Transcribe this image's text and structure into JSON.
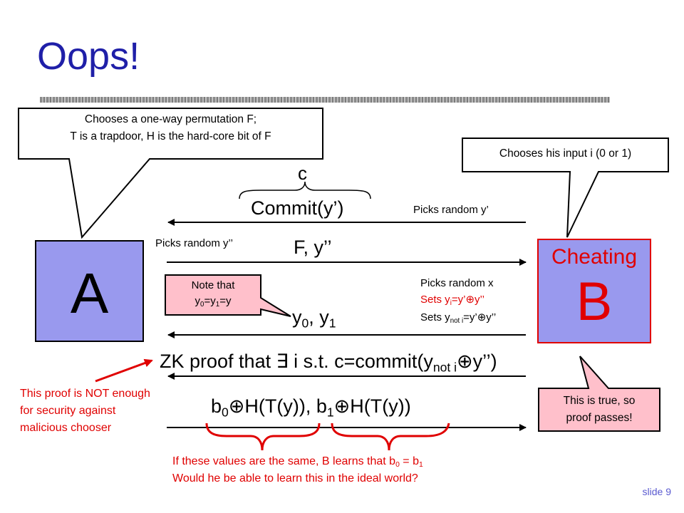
{
  "title": "Oops!",
  "party_a": {
    "label": "A"
  },
  "party_b": {
    "label": "B",
    "sublabel": "Cheating"
  },
  "callout_a": {
    "line1": "Chooses a one-way permutation F;",
    "line2": "T is a trapdoor, H is the hard-core bit of F"
  },
  "callout_b": {
    "text": "Chooses his input i (0 or 1)"
  },
  "brace_c_label": "c",
  "messages": {
    "commit": "Commit(y’)",
    "picks_y_prime": "Picks random y’",
    "picks_y_dprime": "Picks random y’’",
    "f_y": "F, y’’",
    "picks_x": "Picks random x",
    "sets_yi": {
      "pre": "Sets y",
      "sub": "i",
      "post": "=y’⊕y’’"
    },
    "sets_ynoti": {
      "pre": "Sets y",
      "sub": "not i",
      "post": "=y’⊕y’’"
    },
    "y0y1": {
      "a": "y",
      "a_sub": "0",
      "b": ", y",
      "b_sub": "1"
    },
    "zk": {
      "pre": "ZK proof that ∃ i s.t. c=commit(y",
      "sub": "not i",
      "post": "⊕y’’)"
    },
    "final": {
      "b0": "b",
      "b0_sub": "0",
      "mid": "⊕H(T(y)), b",
      "b1_sub": "1",
      "post": "⊕H(T(y))"
    }
  },
  "note_that": {
    "line1": "Note that",
    "y0": "y",
    "s0": "0",
    "eq1": "=y",
    "s1": "1",
    "eq2": "=y"
  },
  "true_callout": {
    "line1": "This is true, so",
    "line2": "proof passes!"
  },
  "red_left": {
    "line1": "This proof is NOT enough",
    "line2": "for security against",
    "line3": "malicious chooser"
  },
  "red_bottom": {
    "line1_pre": "If these values are the same, B learns that b",
    "s0": "0",
    "eq": " = b",
    "s1": "1",
    "line2": "Would he be able to learn this in the ideal world?"
  },
  "slide_number": "slide 9",
  "colors": {
    "title": "#1f1fa8",
    "box_fill": "#9999ee",
    "alert": "#e00000"
  }
}
